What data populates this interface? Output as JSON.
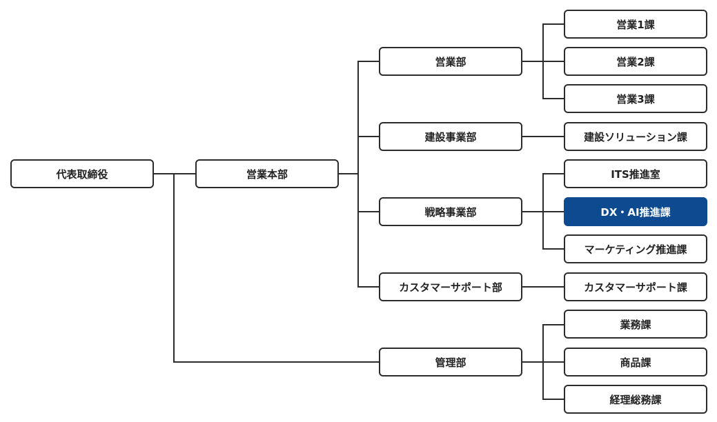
{
  "org_chart": {
    "root": {
      "label": "代表取締役"
    },
    "headquarters": {
      "label": "営業本部"
    },
    "departments": {
      "eigyo": {
        "label": "営業部",
        "sections": [
          "営業1課",
          "営業2課",
          "営業3課"
        ]
      },
      "kensetsu": {
        "label": "建設事業部",
        "sections": [
          "建設ソリューション課"
        ]
      },
      "senryaku": {
        "label": "戦略事業部",
        "sections": [
          "ITS推進室",
          "DX・AI推進課",
          "マーケティング推進課"
        ]
      },
      "cs": {
        "label": "カスタマーサポート部",
        "sections": [
          "カスタマーサポート課"
        ]
      },
      "kanri": {
        "label": "管理部",
        "sections": [
          "業務課",
          "商品課",
          "経理総務課"
        ]
      }
    },
    "highlight_color": "#0d4a8f",
    "line_color": "#2b2b2b"
  }
}
